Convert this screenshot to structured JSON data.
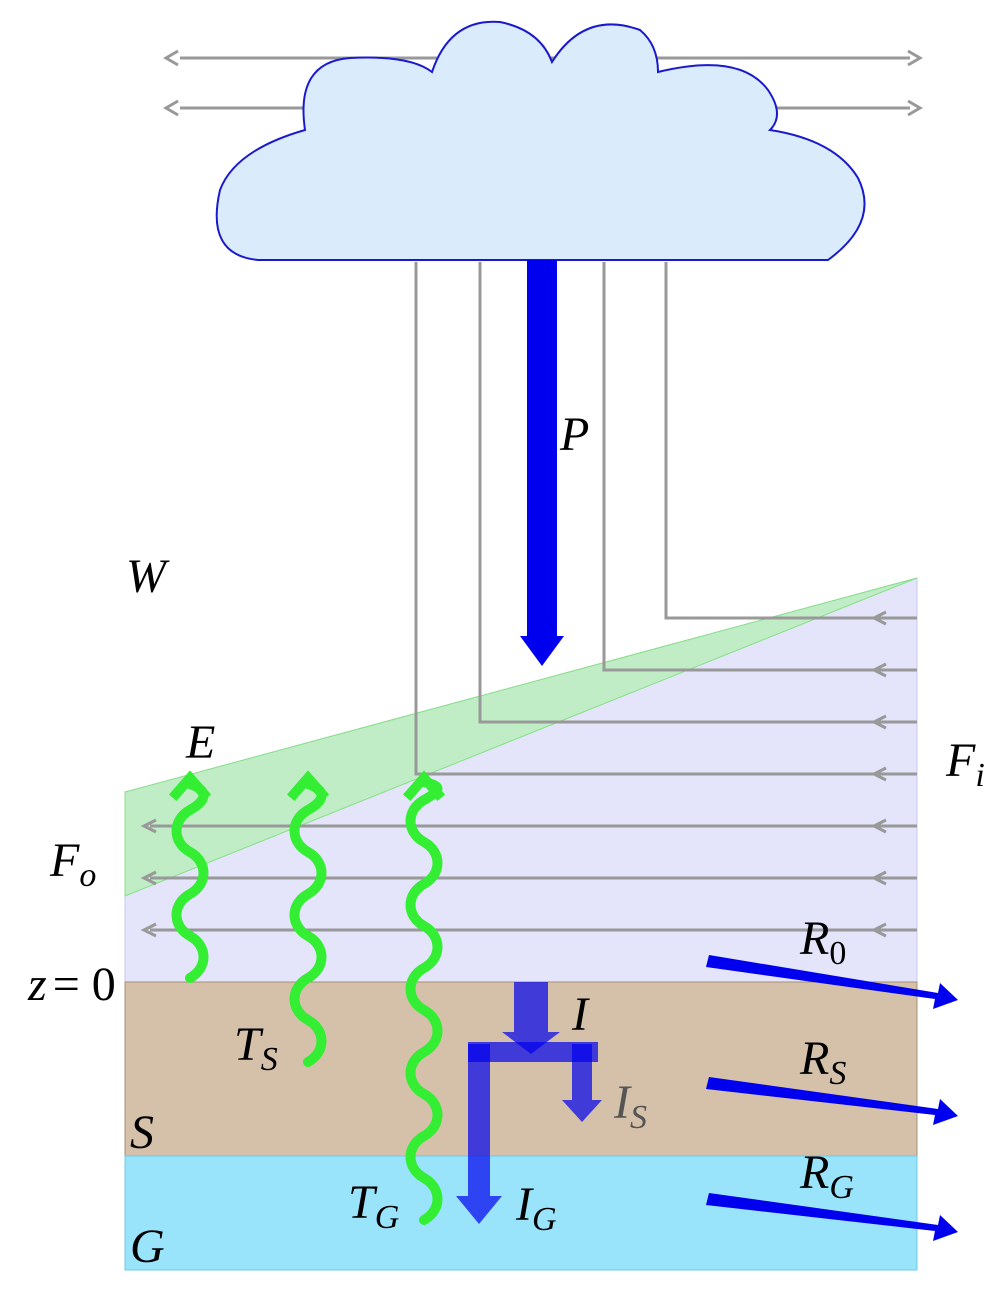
{
  "labels": {
    "W": {
      "main": "W"
    },
    "P": {
      "main": "P"
    },
    "E": {
      "main": "E"
    },
    "Fi": {
      "main": "F",
      "sub": "i"
    },
    "Fo": {
      "main": "F",
      "sub": "o"
    },
    "z0": {
      "main": "z",
      "rest": "= 0"
    },
    "R0": {
      "main": "R",
      "sub": "0"
    },
    "RS": {
      "main": "R",
      "sub": "S"
    },
    "RG": {
      "main": "R",
      "sub": "G"
    },
    "TS": {
      "main": "T",
      "sub": "S"
    },
    "TG": {
      "main": "T",
      "sub": "G"
    },
    "I": {
      "main": "I"
    },
    "IS": {
      "main": "I",
      "sub": "S"
    },
    "IG": {
      "main": "I",
      "sub": "G"
    },
    "S": {
      "main": "S"
    },
    "G": {
      "main": "G"
    }
  },
  "colors": {
    "cloud_fill": "#daecfc",
    "cloud_stroke": "#1a1acc",
    "atmosphere": "#e4e4fa",
    "vegetation": "#b4f0b4",
    "soil": "#d5c1a9",
    "groundwater": "#9ae4fb",
    "flux_blue": "#0000ee",
    "wave_green": "#33ee33",
    "flow_gray": "#999999"
  }
}
